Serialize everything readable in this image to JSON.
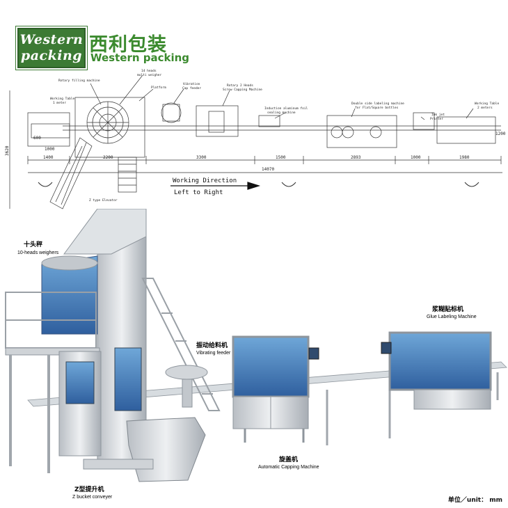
{
  "brand": {
    "logo_line1": "Western",
    "logo_line2": "packing",
    "name_cn": "西利包装",
    "name_en": "Western packing",
    "color": "#3b8a2e"
  },
  "layout_drawing": {
    "callouts": {
      "working_table_left": [
        "Working Table",
        "1 meter"
      ],
      "rotary_filling": "Rotary filling machine",
      "weigher": [
        "14 heads",
        "multi weigher"
      ],
      "platform": "Platform",
      "cap_feeder": [
        "Vibration",
        "Cap feeder"
      ],
      "capping": [
        "Rotary 2 Heads",
        "Screw Capping Machine"
      ],
      "foil_sealing": [
        "Induction aluminum foil",
        "sealing machine"
      ],
      "labeling": [
        "Double side labeling machine",
        "for Flat/Square bottles"
      ],
      "printer": [
        "Ink jet",
        "Printer"
      ],
      "working_table_right": [
        "Working Table",
        "2 meters"
      ],
      "elevator": "Z type Elevator"
    },
    "dimensions": {
      "d1000_top": "1000",
      "d600": "600",
      "d1400": "1400",
      "d2200": "2200",
      "d3300": "3300",
      "d1500": "1500",
      "d2893": "2893",
      "d1000": "1000",
      "d1980": "1980",
      "d1200": "1200",
      "total_width": "14070",
      "total_height": "3620"
    },
    "direction": {
      "line1": "Working Direction",
      "line2": "Left to Right"
    }
  },
  "machines": {
    "weigher_cn": "十头秤",
    "weigher_en": "10-heads weighers",
    "feeder_cn": "振动给料机",
    "feeder_en": "Vibrating feeder",
    "labeler_cn": "浆糊贴标机",
    "labeler_en": "Glue Labeling Machine",
    "capper_cn": "旋盖机",
    "capper_en": "Automatic Capping Machine",
    "conveyor_cn": "Z型提升机",
    "conveyor_en": "Z bucket conveyer"
  },
  "unit_label": "单位／unit： mm"
}
